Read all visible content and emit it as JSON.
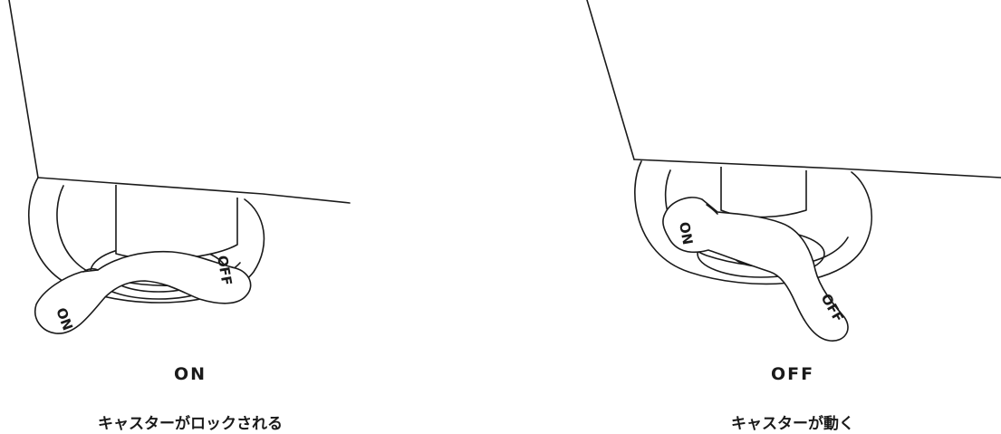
{
  "panels": {
    "on": {
      "state_label": "ON",
      "description": "キャスターがロックされる",
      "lever_on": "ON",
      "lever_off": "OFF"
    },
    "off": {
      "state_label": "OFF",
      "description": "キャスターが動く",
      "lever_on": "ON",
      "lever_off": "OFF"
    }
  }
}
